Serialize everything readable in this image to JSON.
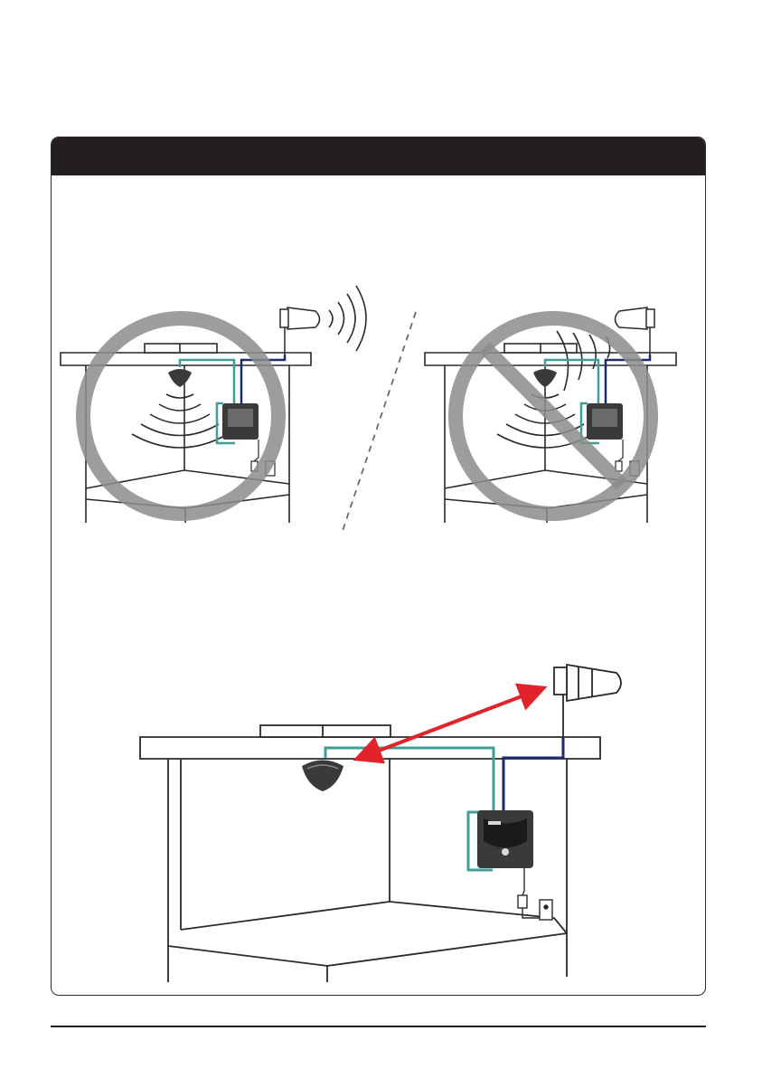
{
  "page": {
    "header_title": "",
    "footer_text": ""
  },
  "illustrations": [
    {
      "id": "correct",
      "label": "",
      "status": "allowed"
    },
    {
      "id": "incorrect",
      "label": "",
      "status": "prohibited"
    },
    {
      "id": "detail",
      "label": "",
      "status": "reference"
    }
  ],
  "colors": {
    "header": "#231f20",
    "coax_outdoor": "#1f2a6b",
    "coax_indoor": "#3f9e95",
    "separation_arrow": "#e2232b",
    "prohibition_symbol": "#8c8c8c"
  },
  "icons": [
    "outdoor-antenna-icon",
    "indoor-dome-antenna-icon",
    "signal-booster-icon",
    "power-outlet-icon",
    "prohibited-icon",
    "signal-waves-icon"
  ]
}
